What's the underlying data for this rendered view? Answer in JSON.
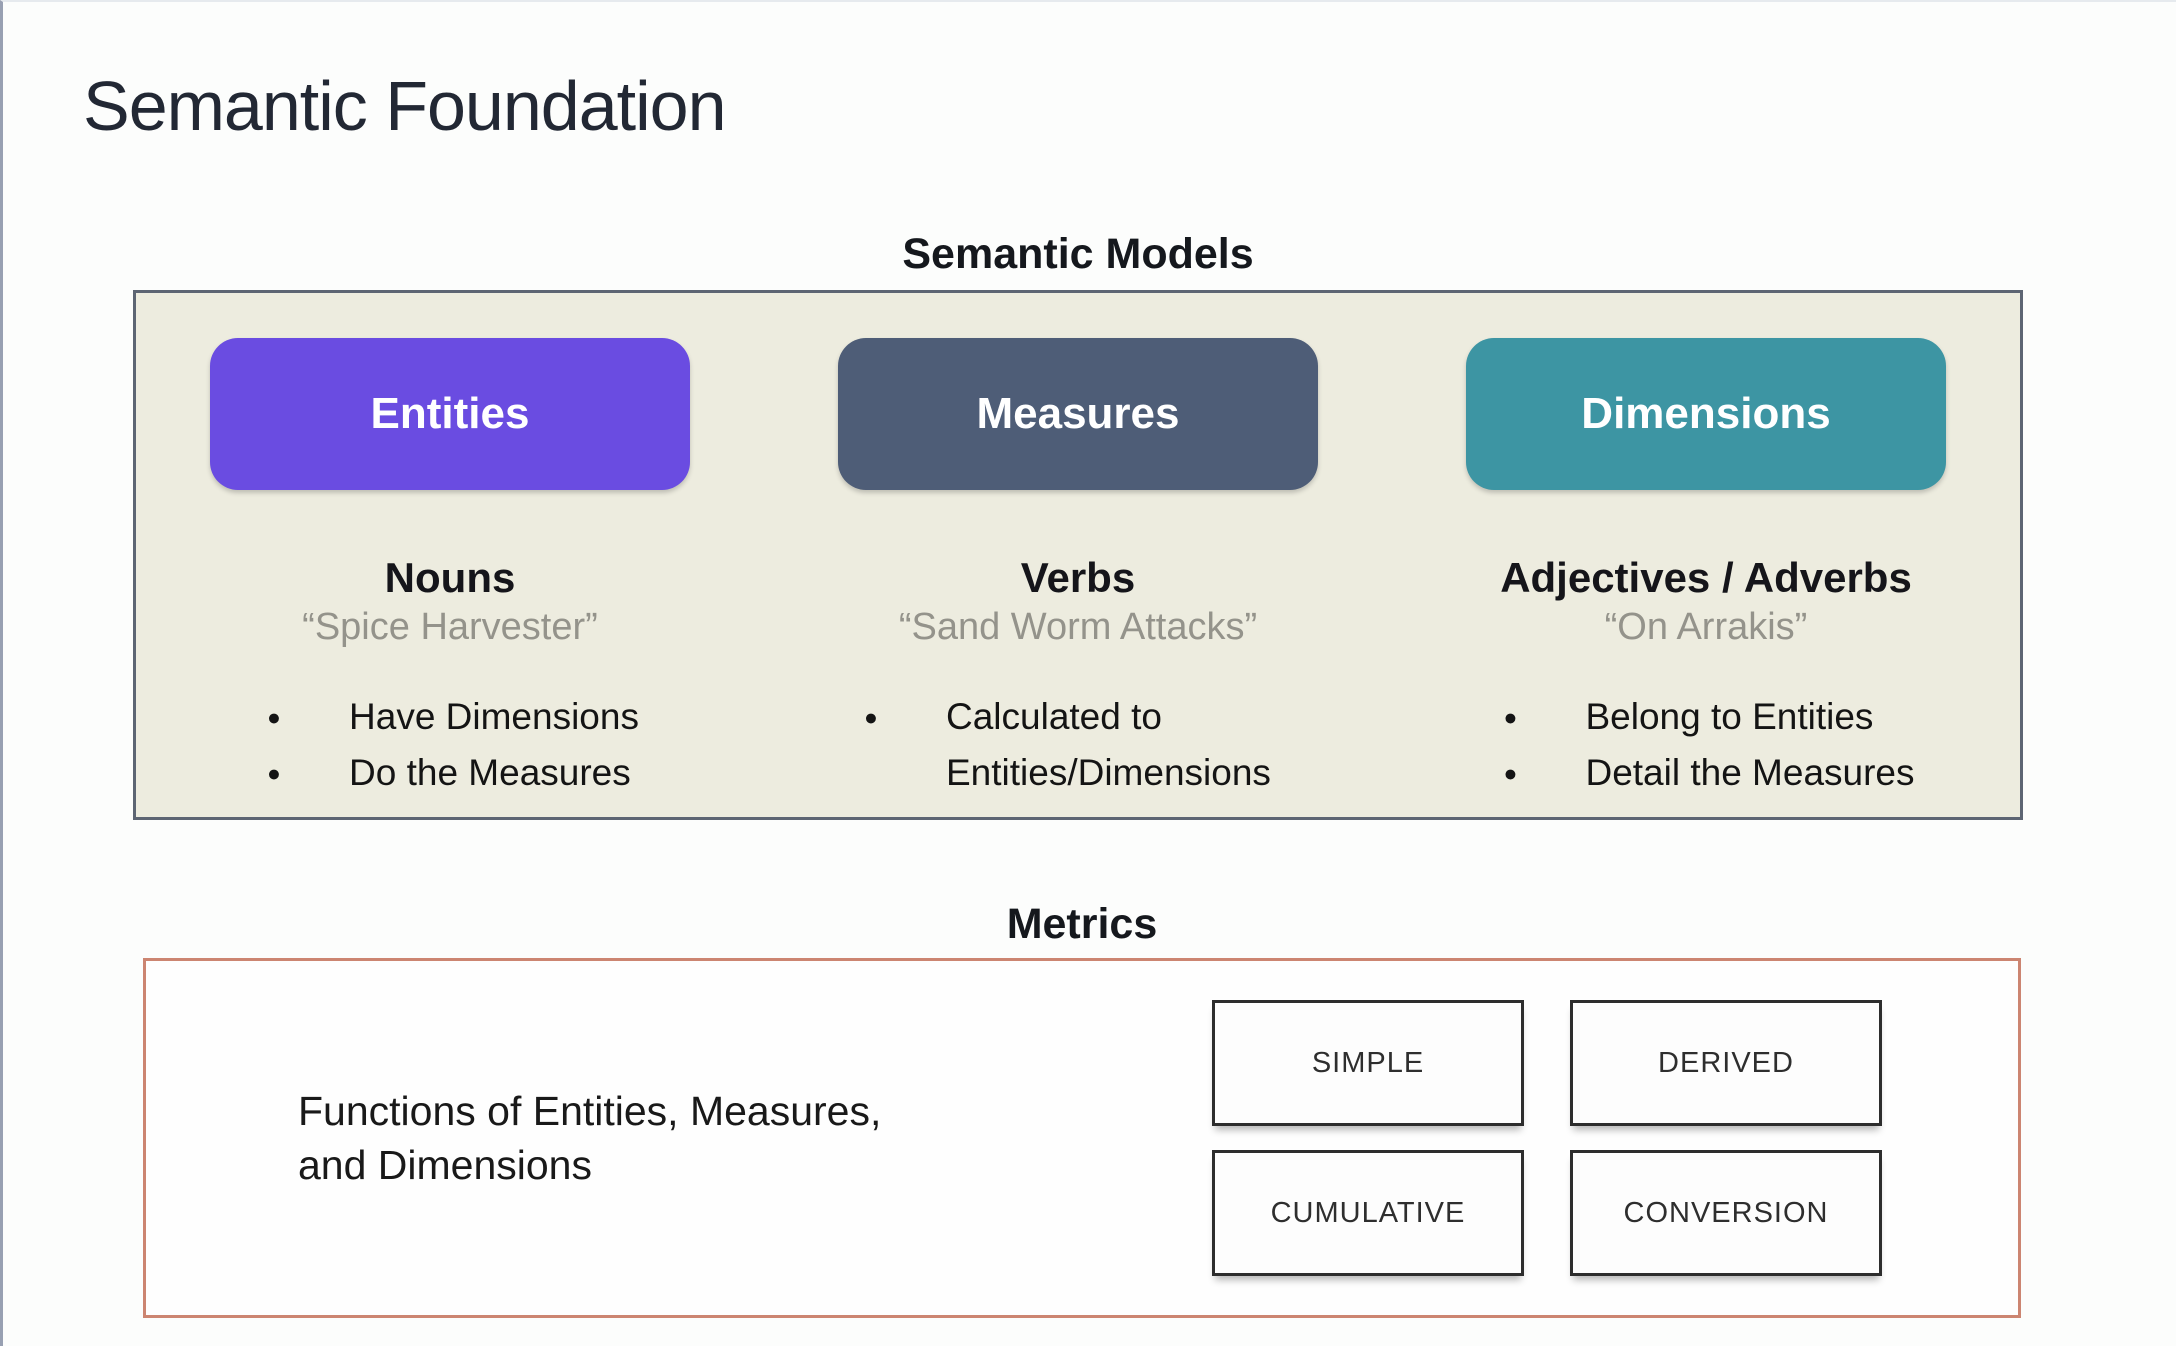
{
  "page": {
    "title": "Semantic Foundation"
  },
  "semantic_models": {
    "heading": "Semantic Models",
    "panel_bg": "#edecdf",
    "panel_border": "#5d6573",
    "columns": [
      {
        "pill": "Entities",
        "pill_color": "#6a4ce1",
        "subtitle": "Nouns",
        "quote": "“Spice Harvester”",
        "bullets": [
          "Have Dimensions",
          "Do the Measures"
        ]
      },
      {
        "pill": "Measures",
        "pill_color": "#4e5d77",
        "subtitle": "Verbs",
        "quote": "“Sand Worm Attacks”",
        "bullets": [
          "Calculated to Entities/Dimensions"
        ]
      },
      {
        "pill": "Dimensions",
        "pill_color": "#3d95a3",
        "subtitle": "Adjectives / Adverbs",
        "quote": "“On Arrakis”",
        "bullets": [
          "Belong to Entities",
          "Detail the Measures"
        ]
      }
    ]
  },
  "metrics": {
    "heading": "Metrics",
    "border_color": "#cc8571",
    "description": "Functions of Entities, Measures,\nand Dimensions",
    "types": [
      "SIMPLE",
      "DERIVED",
      "CUMULATIVE",
      "CONVERSION"
    ]
  }
}
